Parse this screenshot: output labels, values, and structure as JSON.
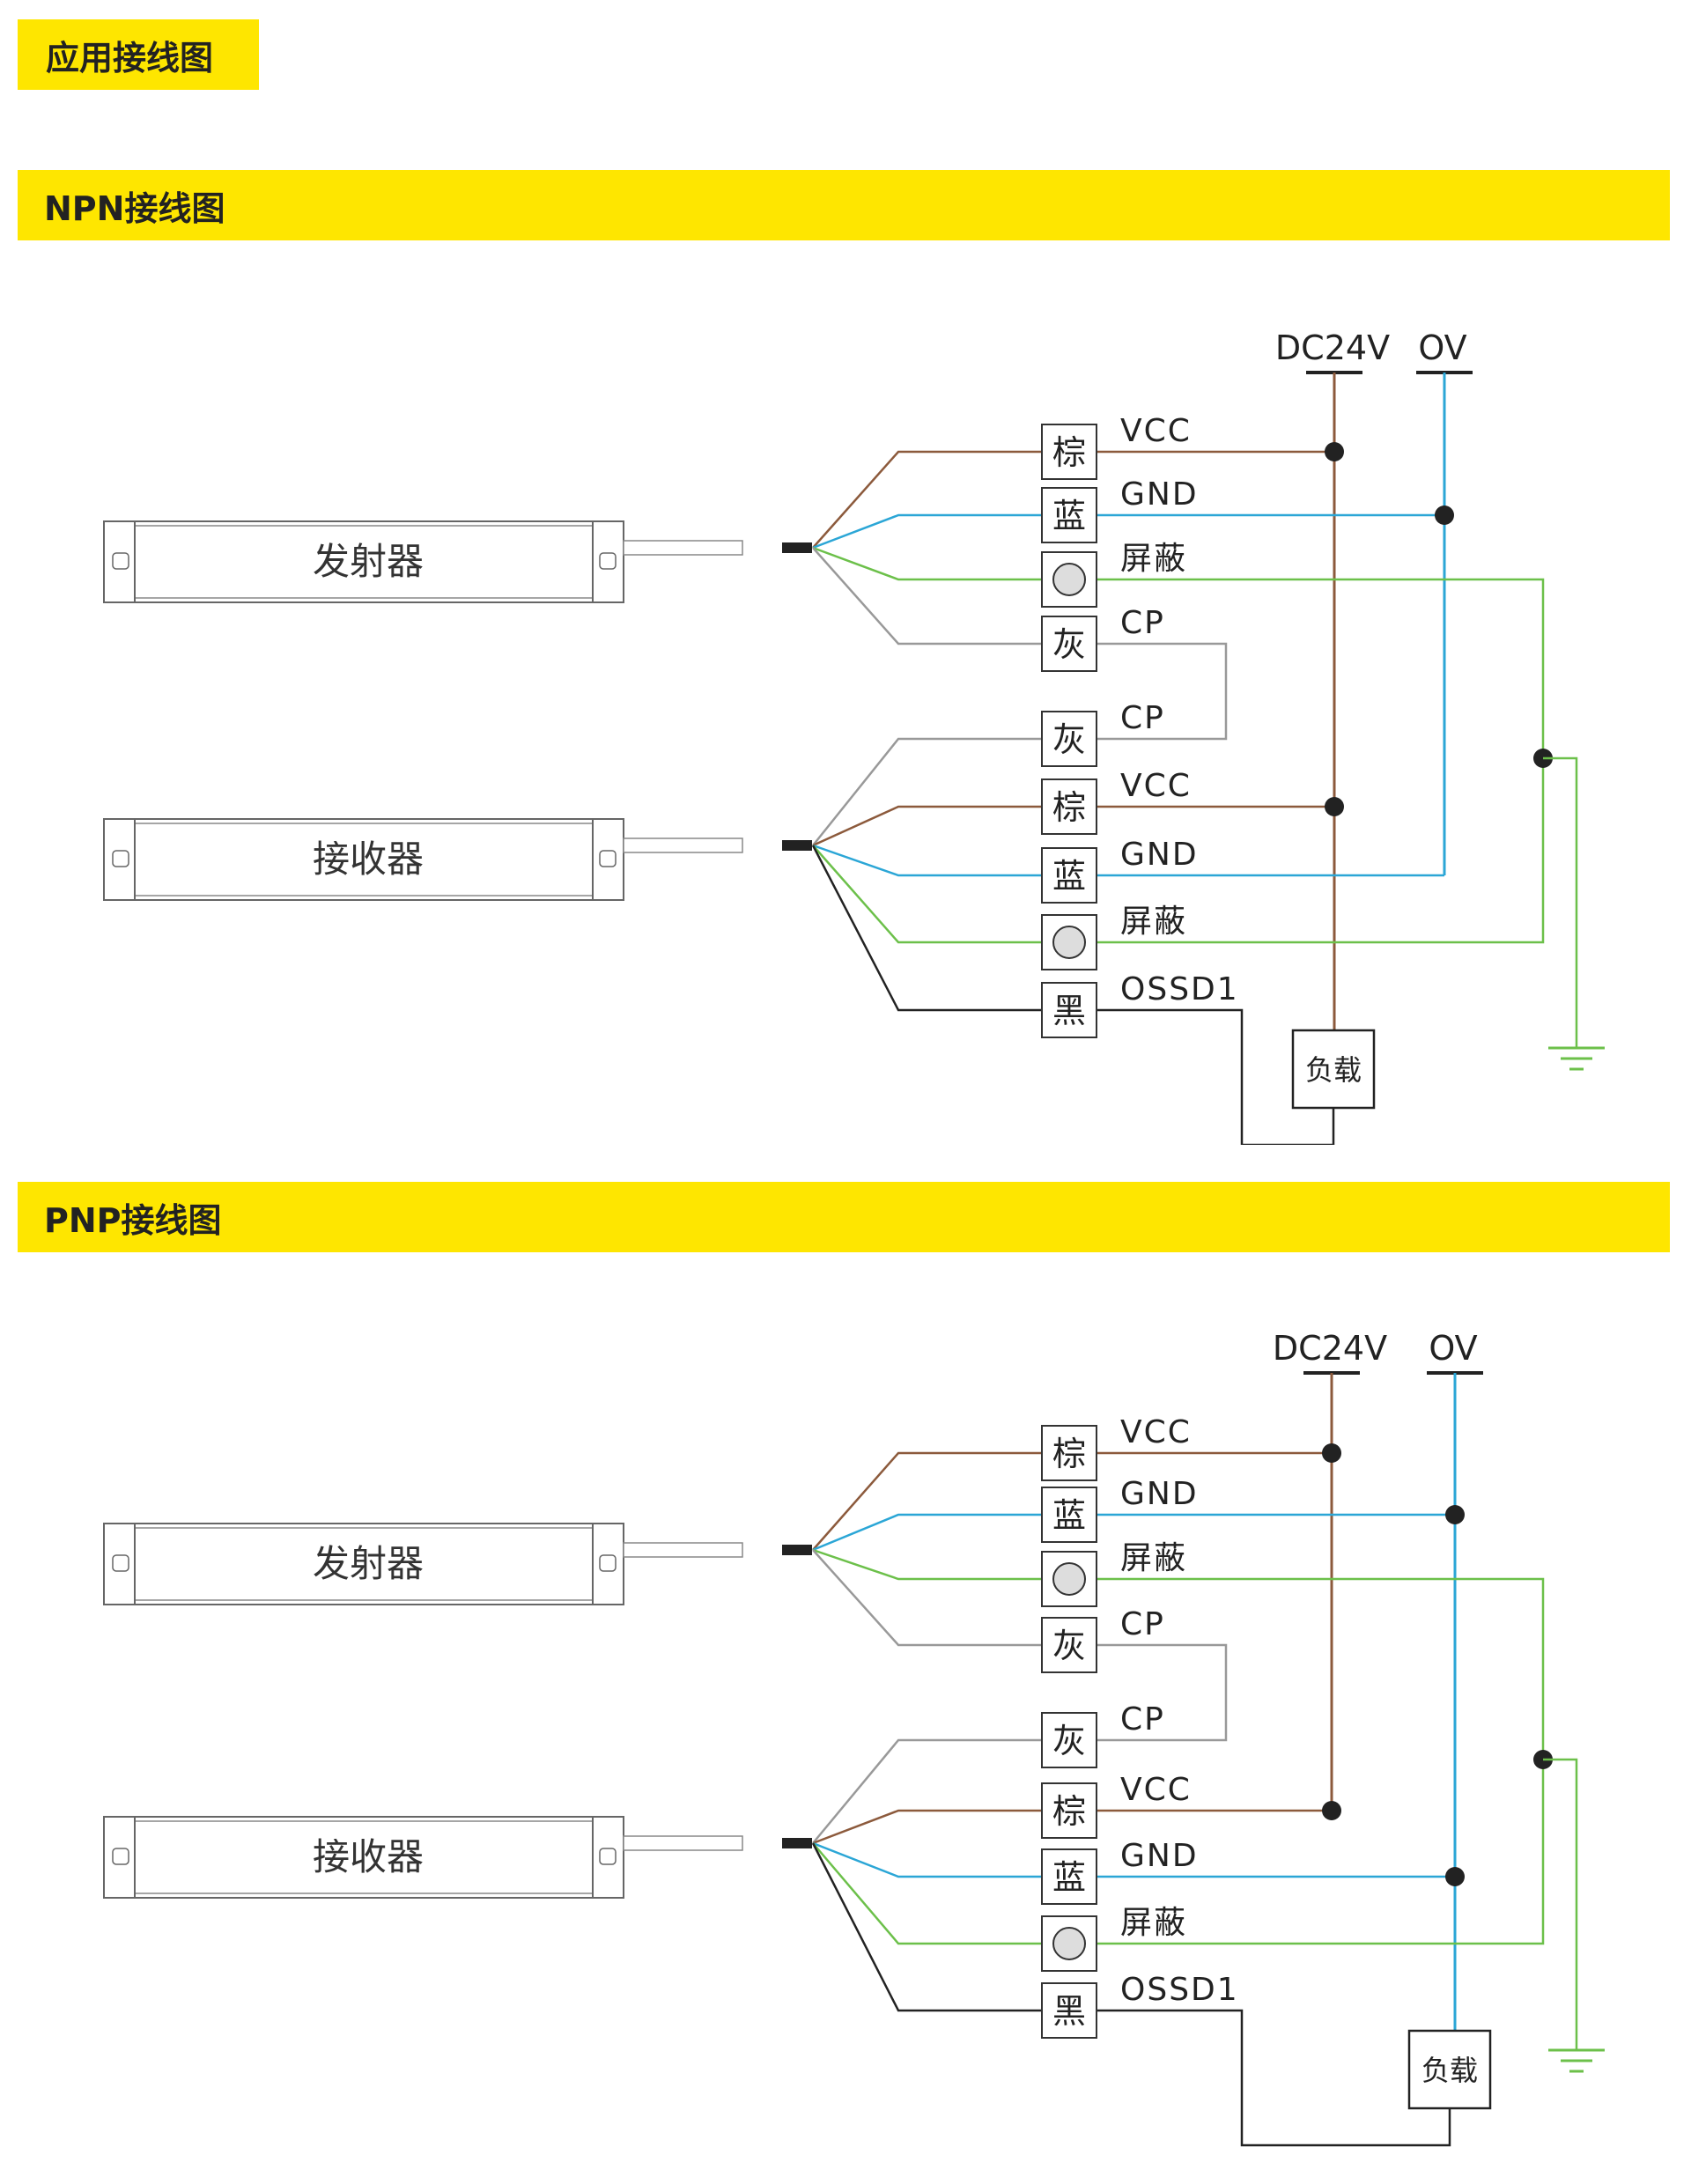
{
  "page_title": "应用接线图",
  "colors": {
    "brown": "#8c5a3c",
    "blue": "#2ba6d6",
    "green": "#6cc04a",
    "gray": "#999999",
    "black": "#222222",
    "band": "#fee600"
  },
  "sections": [
    {
      "title": "NPN接线图",
      "emitter_label": "发射器",
      "receiver_label": "接收器",
      "supply_label": "DC24V",
      "ground_label": "OV",
      "load_label": "负载",
      "terminals": [
        "棕",
        "蓝",
        "屏蔽",
        "灰",
        "灰",
        "棕",
        "蓝",
        "屏蔽",
        "黑"
      ],
      "signals": [
        "VCC",
        "GND",
        "屏蔽",
        "CP",
        "CP",
        "VCC",
        "GND",
        "屏蔽",
        "OSSD1"
      ]
    },
    {
      "title": "PNP接线图",
      "emitter_label": "发射器",
      "receiver_label": "接收器",
      "supply_label": "DC24V",
      "ground_label": "OV",
      "load_label": "负载",
      "terminals": [
        "棕",
        "蓝",
        "屏蔽",
        "灰",
        "灰",
        "棕",
        "蓝",
        "屏蔽",
        "黑"
      ],
      "signals": [
        "VCC",
        "GND",
        "屏蔽",
        "CP",
        "CP",
        "VCC",
        "GND",
        "屏蔽",
        "OSSD1"
      ]
    }
  ]
}
